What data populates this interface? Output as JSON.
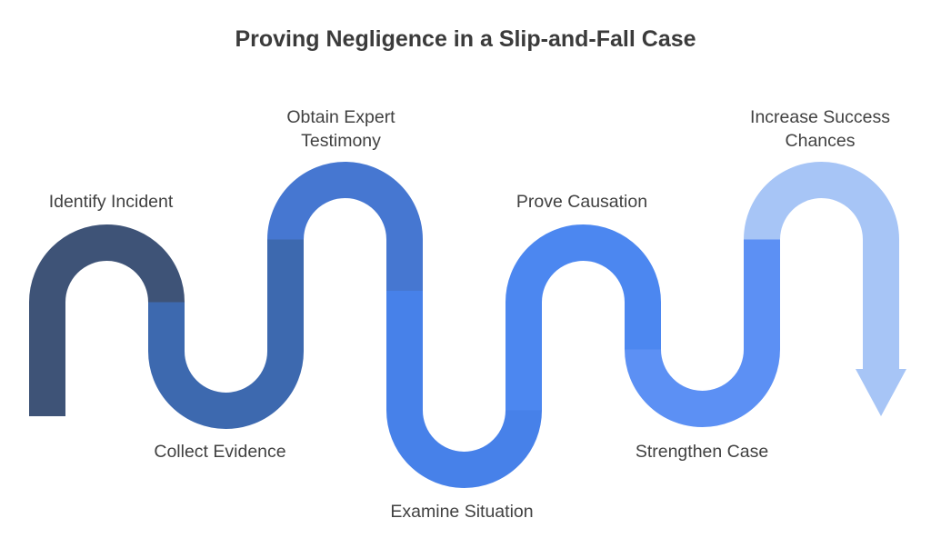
{
  "page_title": "Proving Negligence in a Slip-and-Fall Case",
  "diagram": {
    "type": "serpentine-flow",
    "direction": "left-to-right",
    "steps": [
      {
        "label": "Identify Incident",
        "color": "#3E5377"
      },
      {
        "label": "Collect Evidence",
        "color": "#3D69AF"
      },
      {
        "label": "Obtain Expert Testimony",
        "color": "#4677D1"
      },
      {
        "label": "Examine Situation",
        "color": "#4781E9"
      },
      {
        "label": "Prove Causation",
        "color": "#4C87F0"
      },
      {
        "label": "Strengthen Case",
        "color": "#5C90F4"
      },
      {
        "label": "Increase Success Chances",
        "color": "#A7C5F6"
      }
    ],
    "end_marker": {
      "icon": "arrow-down-icon",
      "color": "#A7C5F6"
    }
  },
  "colors": {
    "background": "#FFFFFF",
    "label_text": "#414141",
    "title_text": "#3B3B3B"
  }
}
